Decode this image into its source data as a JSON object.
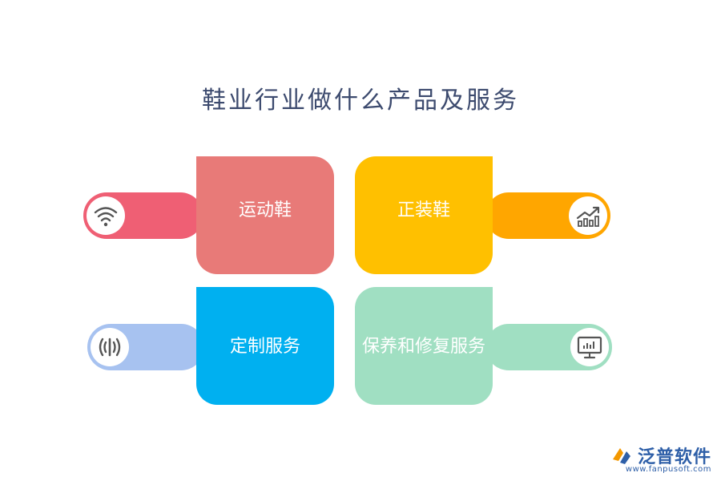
{
  "title": "鞋业行业做什么产品及服务",
  "items": [
    {
      "label": "运动鞋",
      "color": "#e87a78",
      "bar_color": "#ef5f74",
      "icon": "wifi-icon"
    },
    {
      "label": "正装鞋",
      "color": "#ffc000",
      "bar_color": "#ffa600",
      "icon": "growth-chart-icon"
    },
    {
      "label": "定制服务",
      "color": "#00b0f0",
      "bar_color": "#a7c2f0",
      "icon": "signal-broadcast-icon"
    },
    {
      "label": "保养和修复服务",
      "color": "#a0dfc2",
      "bar_color": "#a0dfc2",
      "icon": "presentation-board-icon"
    }
  ],
  "logo": {
    "name": "泛普软件",
    "url": "www.fanpusoft.com",
    "icon": "fanpu-logo-icon"
  }
}
